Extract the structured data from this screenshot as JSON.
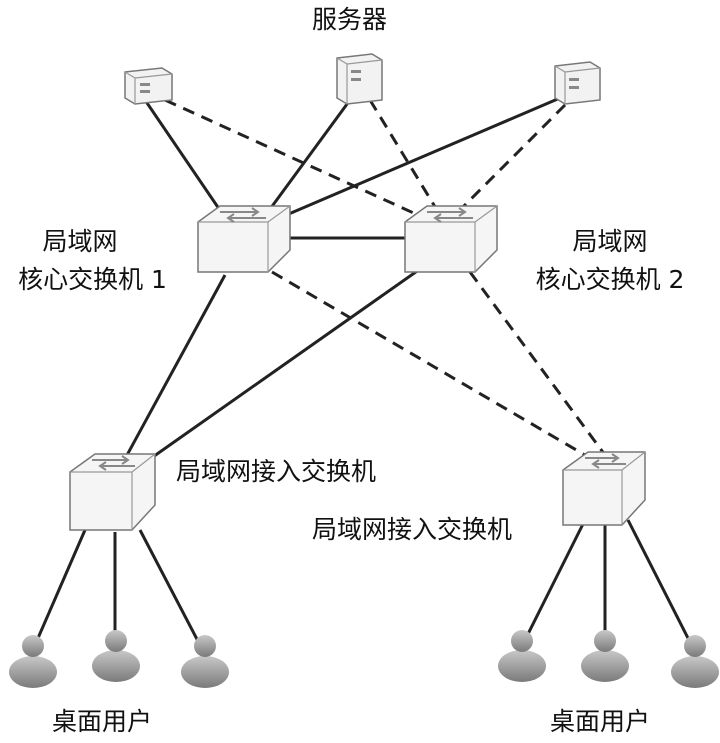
{
  "labels": {
    "servers": "服务器",
    "core1_line1": "局域网",
    "core1_line2": "核心交换机 1",
    "core2_line1": "局域网",
    "core2_line2": "核心交换机 2",
    "access1": "局域网接入交换机",
    "access2": "局域网接入交换机",
    "users_left": "桌面用户",
    "users_right": "桌面用户"
  },
  "links": [
    {
      "from": "server-1",
      "to": "core-switch-1",
      "style": "solid"
    },
    {
      "from": "server-1",
      "to": "core-switch-2",
      "style": "dashed"
    },
    {
      "from": "server-2",
      "to": "core-switch-1",
      "style": "solid"
    },
    {
      "from": "server-2",
      "to": "core-switch-2",
      "style": "dashed"
    },
    {
      "from": "server-3",
      "to": "core-switch-1",
      "style": "solid"
    },
    {
      "from": "server-3",
      "to": "core-switch-2",
      "style": "dashed"
    },
    {
      "from": "core-switch-1",
      "to": "core-switch-2",
      "style": "solid"
    },
    {
      "from": "core-switch-1",
      "to": "access-switch-1",
      "style": "solid"
    },
    {
      "from": "core-switch-2",
      "to": "access-switch-1",
      "style": "solid"
    },
    {
      "from": "core-switch-1",
      "to": "access-switch-2",
      "style": "dashed"
    },
    {
      "from": "core-switch-2",
      "to": "access-switch-2",
      "style": "dashed"
    }
  ],
  "colors": {
    "line": "#222222",
    "device_face": "#f4f4f4",
    "user_fill": "#9a9a9a"
  }
}
